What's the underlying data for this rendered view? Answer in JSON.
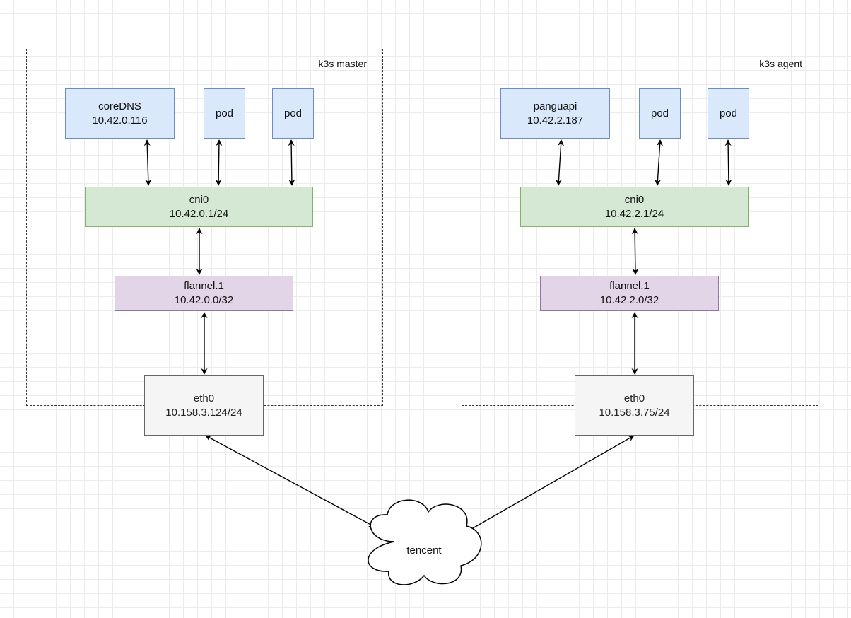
{
  "master": {
    "label": "k3s master",
    "pods": [
      {
        "name": "coreDNS",
        "ip": "10.42.0.116"
      },
      {
        "name": "pod"
      },
      {
        "name": "pod"
      }
    ],
    "cni0": {
      "name": "cni0",
      "ip": "10.42.0.1/24"
    },
    "flannel": {
      "name": "flannel.1",
      "ip": "10.42.0.0/32"
    },
    "eth0": {
      "name": "eth0",
      "ip": "10.158.3.124/24"
    }
  },
  "agent": {
    "label": "k3s agent",
    "pods": [
      {
        "name": "panguapi",
        "ip": "10.42.2.187"
      },
      {
        "name": "pod"
      },
      {
        "name": "pod"
      }
    ],
    "cni0": {
      "name": "cni0",
      "ip": "10.42.2.1/24"
    },
    "flannel": {
      "name": "flannel.1",
      "ip": "10.42.2.0/32"
    },
    "eth0": {
      "name": "eth0",
      "ip": "10.158.3.75/24"
    }
  },
  "cloud": {
    "label": "tencent"
  },
  "colors": {
    "pod_fill": "#dae8fc",
    "pod_stroke": "#6c8ebf",
    "cni_fill": "#d5e8d4",
    "cni_stroke": "#82b366",
    "flannel_fill": "#e1d5e7",
    "flannel_stroke": "#9673a6",
    "eth_fill": "#f5f5f5",
    "eth_stroke": "#666666"
  }
}
